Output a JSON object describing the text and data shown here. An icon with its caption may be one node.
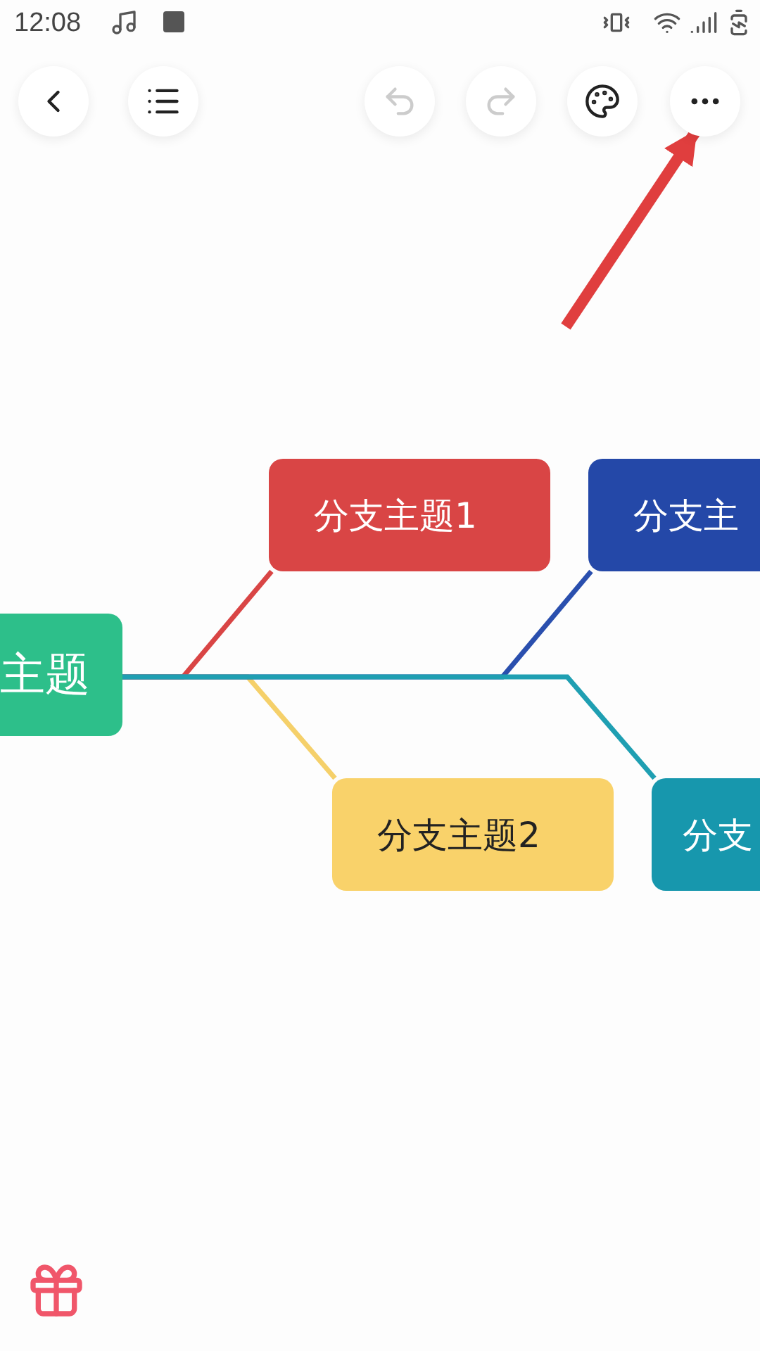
{
  "diagram": {
    "nodes": [
      {
        "text": [],
        "shape": "circle"
      },
      {
        "text": [],
        "shape": "circle"
      },
      {
        "text": [],
        "shape": "circle"
      },
      {
        "text": [],
        "shape": "circle"
      },
      {
        "text": [],
        "shape": "circle"
      },
      {
        "text": [],
        "shape": "circle"
      },
      {
        "text": [
          "主题"
        ]
      },
      {
        "text": [
          "分支主题1"
        ]
      },
      {
        "text": [
          "分支主题2"
        ]
      },
      {
        "text": [
          "分支主"
        ]
      },
      {
        "text": [
          "分支"
        ]
      }
    ],
    "edges": [
      {
        "from": 6,
        "to": 7,
        "arrow": "none",
        "color": "#d94545"
      },
      {
        "from": 6,
        "to": 8,
        "arrow": "none",
        "color": "#f5d06a"
      },
      {
        "from": 6,
        "to": 9,
        "arrow": "none",
        "color": "#2a4fae"
      },
      {
        "from": 6,
        "to": 10,
        "arrow": "none",
        "color": "#1f9fb2"
      },
      {
        "from": null,
        "to": 5,
        "arrow": "to",
        "style": "thick",
        "color": "#e03e3e"
      }
    ],
    "labels": [
      "12:08"
    ]
  }
}
